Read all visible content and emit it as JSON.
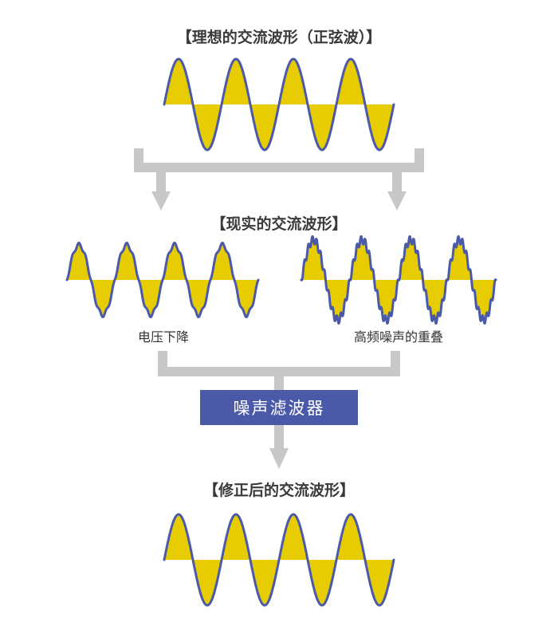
{
  "titles": {
    "ideal": "【理想的交流波形（正弦波）】",
    "real": "【现实的交流波形】",
    "corrected": "【修正后的交流波形】"
  },
  "labels": {
    "voltage_drop": "电压下降",
    "noise": "高频噪声的重叠"
  },
  "filter": {
    "label": "噪声滤波器"
  },
  "colors": {
    "wave_fill": "#e6cc00",
    "wave_stroke": "#4a5aa8",
    "connector": "#c8c8c8",
    "filter_bg": "#4a5aa8",
    "filter_text": "#ffffff"
  }
}
